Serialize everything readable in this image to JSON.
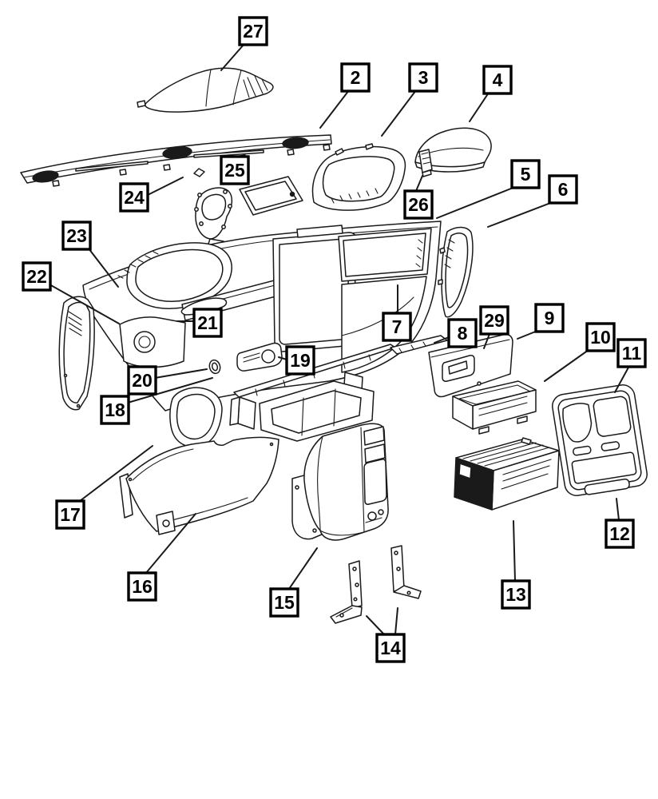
{
  "figure": {
    "kind": "exploded-parts-diagram",
    "subject": "instrument-panel"
  },
  "colors": {
    "background": "#ffffff",
    "line": "#1a1a1a",
    "callout_border": "#000000",
    "callout_fill": "#ffffff"
  },
  "callouts": [
    {
      "label": "2"
    },
    {
      "label": "3"
    },
    {
      "label": "4"
    },
    {
      "label": "5"
    },
    {
      "label": "6"
    },
    {
      "label": "7"
    },
    {
      "label": "8"
    },
    {
      "label": "9"
    },
    {
      "label": "10"
    },
    {
      "label": "11"
    },
    {
      "label": "12"
    },
    {
      "label": "13"
    },
    {
      "label": "14"
    },
    {
      "label": "15"
    },
    {
      "label": "16"
    },
    {
      "label": "17"
    },
    {
      "label": "18"
    },
    {
      "label": "19"
    },
    {
      "label": "20"
    },
    {
      "label": "21"
    },
    {
      "label": "22"
    },
    {
      "label": "23"
    },
    {
      "label": "24"
    },
    {
      "label": "25"
    },
    {
      "label": "26"
    },
    {
      "label": "27"
    },
    {
      "label": "29"
    }
  ]
}
